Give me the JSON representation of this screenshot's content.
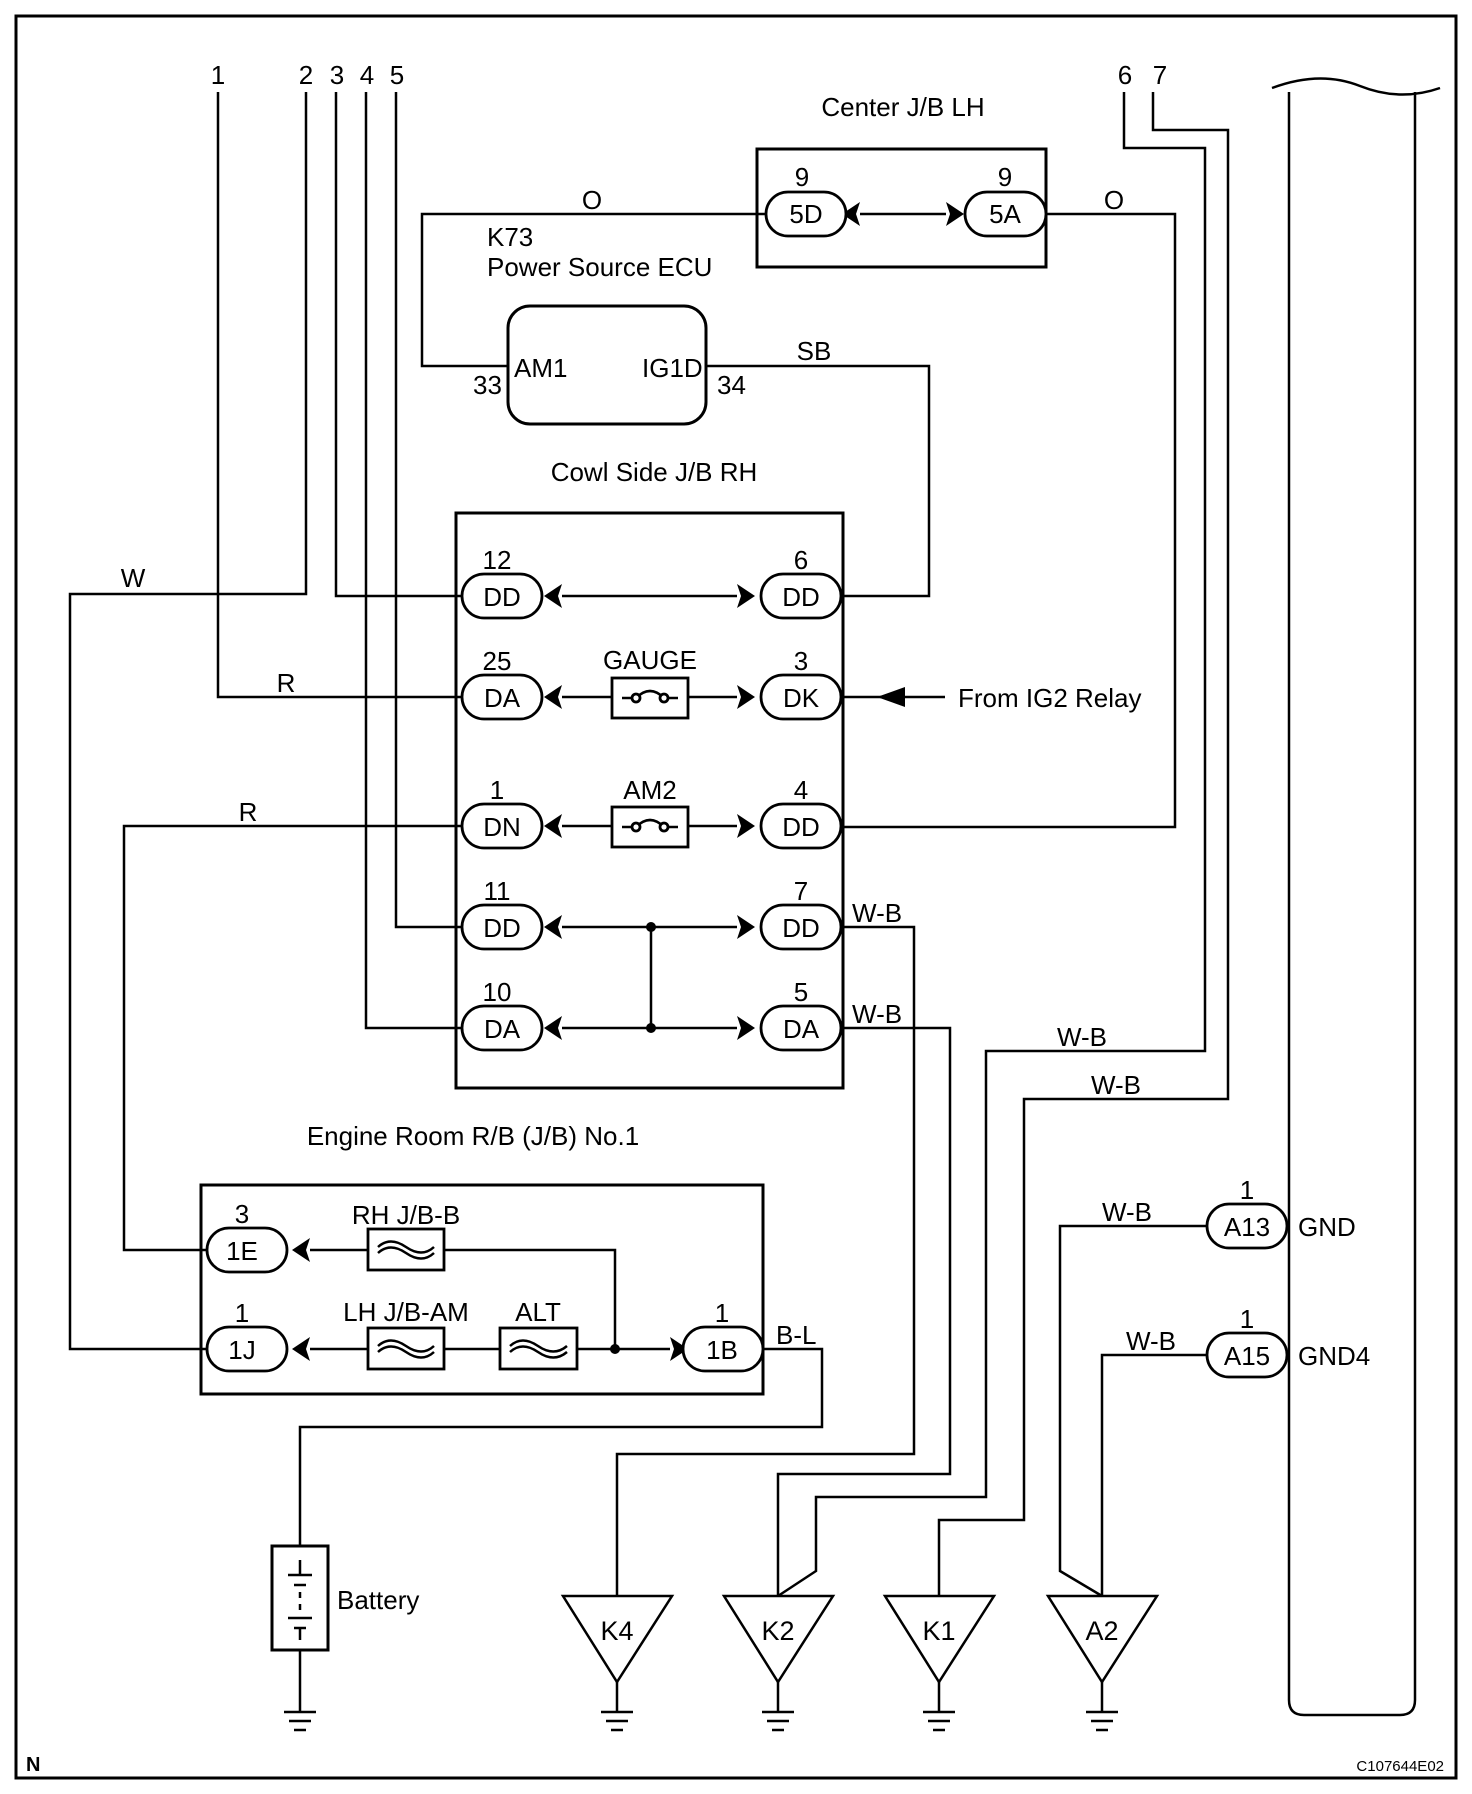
{
  "wire_numbers": [
    "1",
    "2",
    "3",
    "4",
    "5",
    "6",
    "7"
  ],
  "components": {
    "center_jb": "Center J/B LH",
    "ecu_code": "K73",
    "ecu_name": "Power Source ECU",
    "cowl_jb": "Cowl Side J/B RH",
    "engine_rb": "Engine Room R/B (J/B) No.1",
    "battery": "Battery"
  },
  "ecu_pins": [
    {
      "pin": "33",
      "name": "AM1"
    },
    {
      "pin": "34",
      "name": "IG1D"
    }
  ],
  "center_jb_connectors": [
    {
      "pin": "9",
      "code": "5D"
    },
    {
      "pin": "9",
      "code": "5A"
    }
  ],
  "cowl_connectors": [
    {
      "pin": "12",
      "code": "DD"
    },
    {
      "pin": "6",
      "code": "DD"
    },
    {
      "pin": "25",
      "code": "DA"
    },
    {
      "pin": "3",
      "code": "DK"
    },
    {
      "pin": "1",
      "code": "DN"
    },
    {
      "pin": "4",
      "code": "DD"
    },
    {
      "pin": "11",
      "code": "DD"
    },
    {
      "pin": "7",
      "code": "DD"
    },
    {
      "pin": "10",
      "code": "DA"
    },
    {
      "pin": "5",
      "code": "DA"
    }
  ],
  "fuses": {
    "gauge": "GAUGE",
    "am2": "AM2",
    "rh_jb_b": "RH J/B-B",
    "lh_jb_am": "LH J/B-AM",
    "alt": "ALT"
  },
  "engine_connectors": [
    {
      "pin": "3",
      "code": "1E"
    },
    {
      "pin": "1",
      "code": "1J"
    },
    {
      "pin": "1",
      "code": "1B"
    }
  ],
  "ground_connectors": [
    {
      "pin": "1",
      "code": "A13",
      "name": "GND"
    },
    {
      "pin": "1",
      "code": "A15",
      "name": "GND4"
    }
  ],
  "wire_colors": {
    "o_left": "O",
    "o_right": "O",
    "sb": "SB",
    "w": "W",
    "r_gauge": "R",
    "r_am2": "R",
    "wb_7": "W-B",
    "wb_5": "W-B",
    "wb_6": "W-B",
    "wb_7b": "W-B",
    "wb_a13": "W-B",
    "wb_a15": "W-B",
    "bl": "B-L"
  },
  "ig2_note": "From IG2 Relay",
  "grounds": [
    "K4",
    "K2",
    "K1",
    "A2"
  ],
  "corner_left": "N",
  "corner_right": "C107644E02"
}
